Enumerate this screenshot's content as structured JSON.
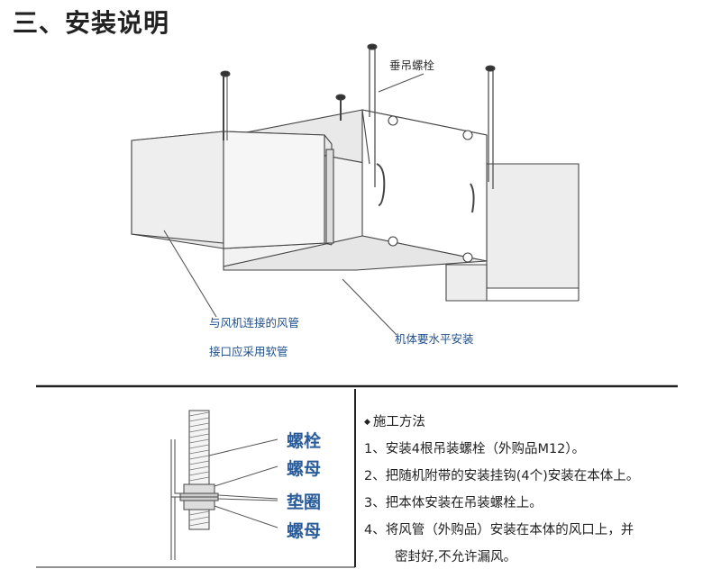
{
  "title": "三、安装说明",
  "labels": {
    "hanger_bolt": "垂吊螺栓",
    "duct": "与风机连接的风管",
    "soft_duct": "接口应采用软管",
    "level": "机体要水平安装"
  },
  "parts": {
    "bolt": "螺栓",
    "nut1": "螺母",
    "washer": "垫圈",
    "nut2": "螺母"
  },
  "method": {
    "heading": "施工方法",
    "steps": [
      "1、安装4根吊装螺栓（外购品M12）。",
      "2、把随机附带的安装挂钩(4个)安装在本体上。",
      "3、把本体安装在吊装螺栓上。",
      "4、将风管（外购品）安装在本体的风口上，并"
    ],
    "continuation": "密封好,不允许漏风。"
  }
}
